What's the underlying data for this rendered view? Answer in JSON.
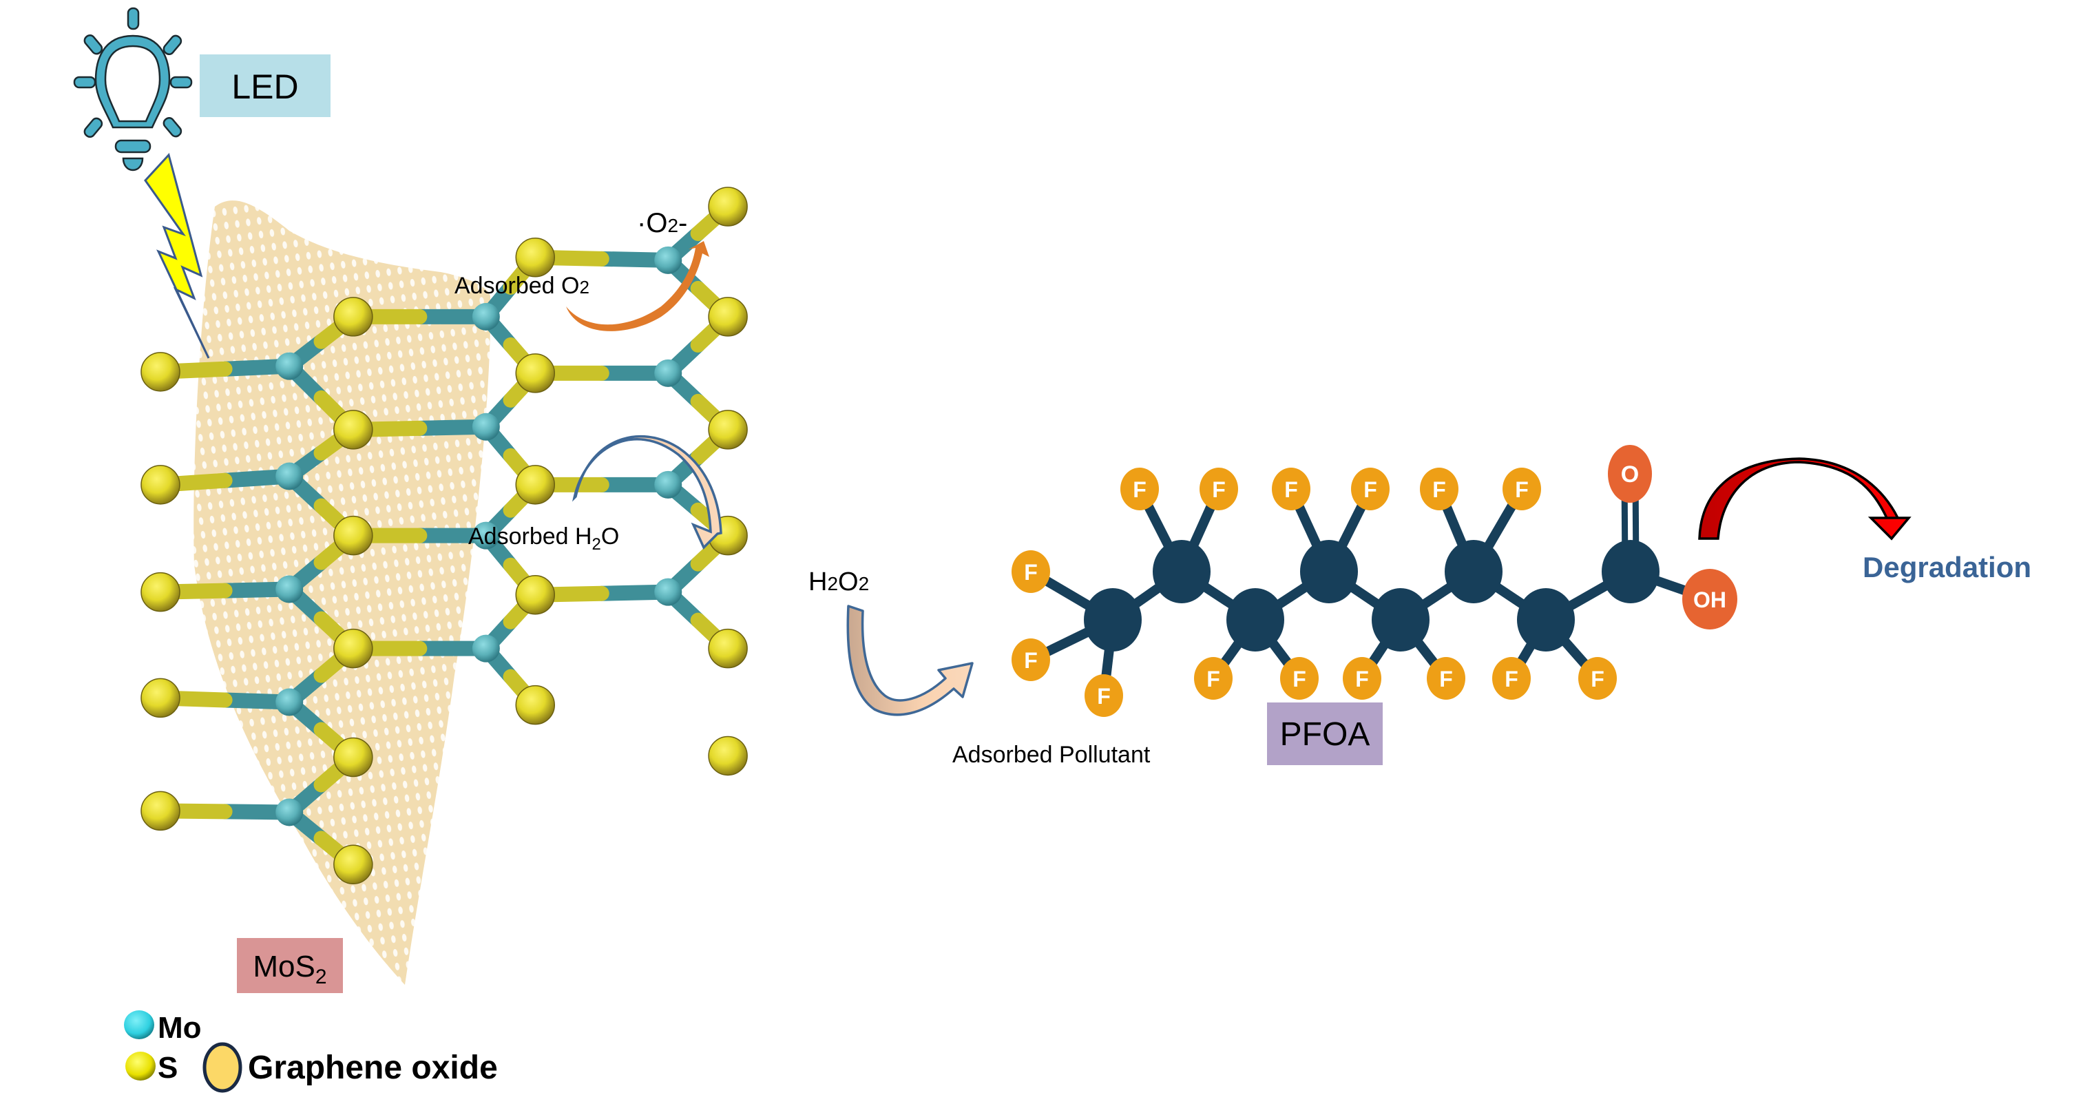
{
  "title_labels": {
    "led": "LED",
    "mos2_main": "MoS",
    "mos2_sub": "2",
    "pfoa": "PFOA",
    "degradation": "Degradation"
  },
  "process_labels": {
    "adsorbed_o2_main": "Adsorbed O",
    "adsorbed_o2_sub": "2",
    "superoxide_main": "·O",
    "superoxide_sub": "2",
    "superoxide_charge": "-",
    "adsorbed_h2o_main": "Adsorbed H",
    "adsorbed_h2o_sub": "2",
    "adsorbed_h2o_end": "O",
    "h2o2_h": "H",
    "h2o2_sub1": "2",
    "h2o2_o": "O",
    "h2o2_sub2": "2",
    "adsorbed_pollutant": "Adsorbed Pollutant"
  },
  "legend": {
    "items": [
      {
        "label": "Mo",
        "color": "#2fd0e0"
      },
      {
        "label": "S",
        "color": "#e8e000"
      },
      {
        "label": "Graphene oxide",
        "color": "#fcd867"
      }
    ]
  },
  "molecule_atoms": {
    "fluorine": "F",
    "oxygen": "O",
    "hydroxyl": "OH"
  },
  "colors": {
    "led_box": "#b7dfe8",
    "mos2_box": "#d99595",
    "pfoa_box": "#b2a2c8",
    "bulb": "#4aaec6",
    "bolt": "#ffff00",
    "bolt_edge": "#3a5a8c",
    "orange_arrow": "#e07a2a",
    "peach_arrow": "#f9d2b0",
    "peach_arrow_dark": "#c9a890",
    "arrow_edge": "#3f6896",
    "red_arrow": "#e00000",
    "degradation_text": "#3a6496",
    "carbon": "#173f5a",
    "fluorine": "#ee9f16",
    "oxygen": "#e66431",
    "graphene": "#e9c98a",
    "mo_atom": "#5ab0b8",
    "s_atom": "#e3d92a"
  }
}
